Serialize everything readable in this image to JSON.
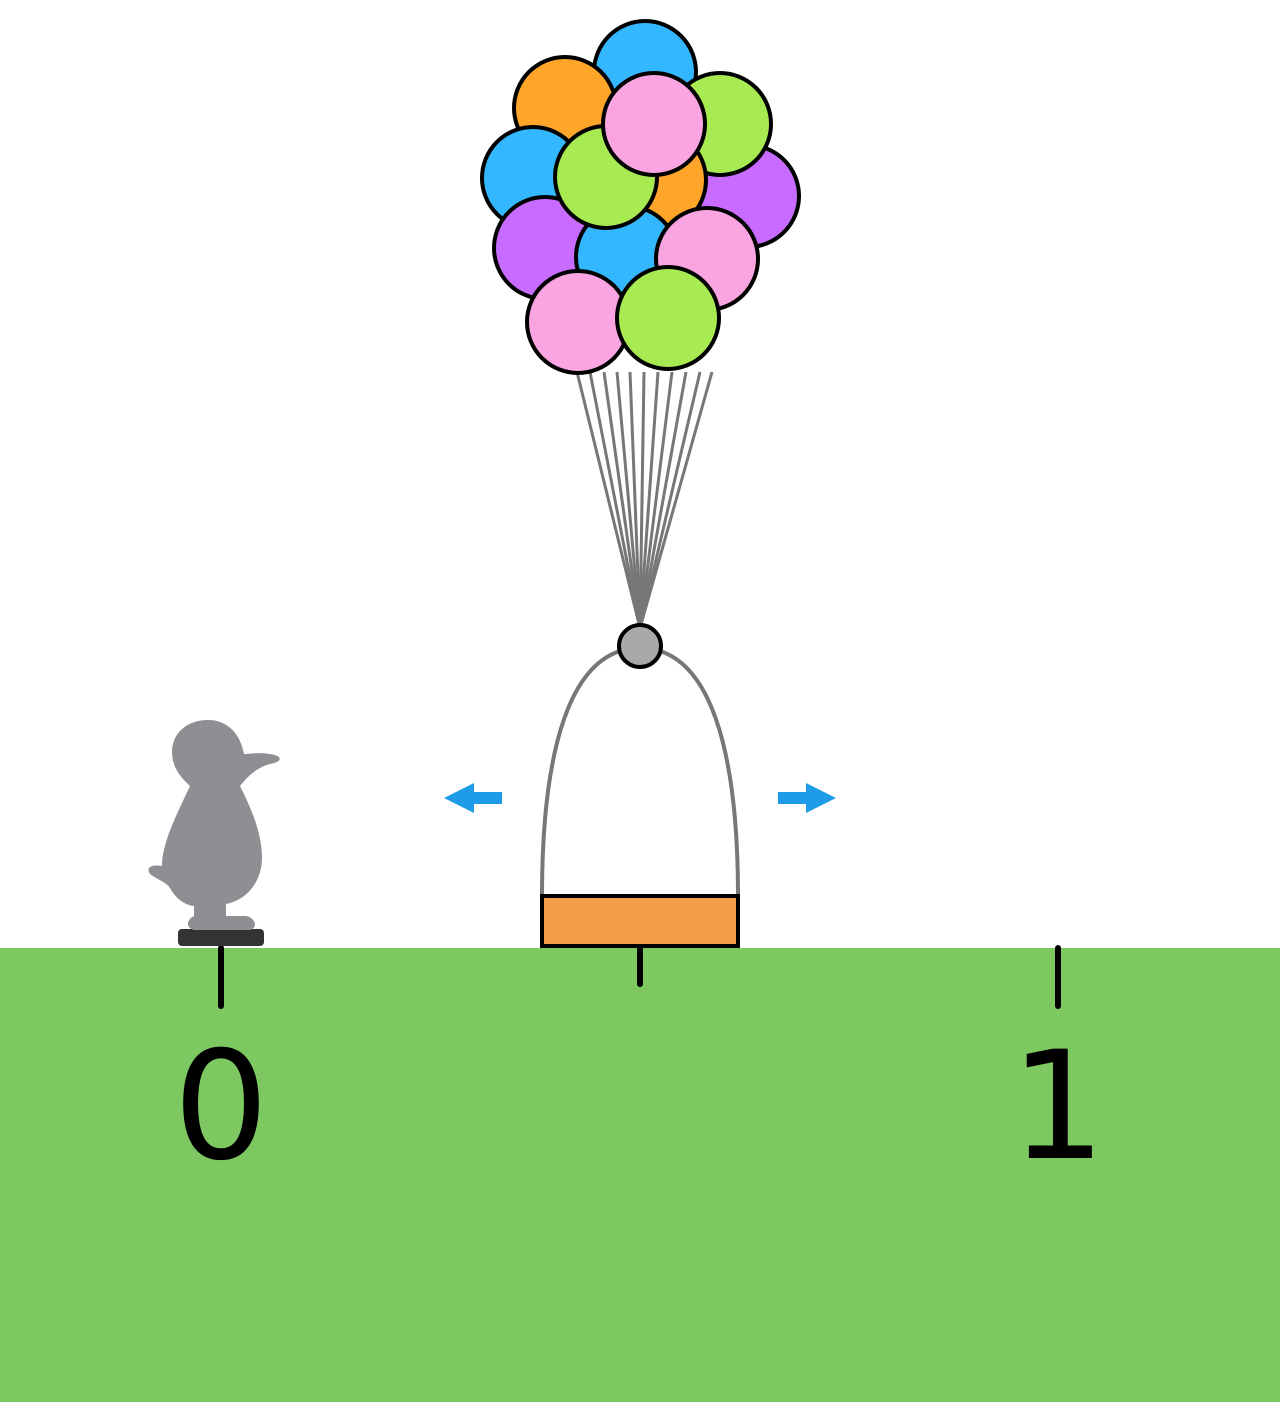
{
  "number_line": {
    "start_label": "0",
    "end_label": "1",
    "start_value": 0,
    "end_value": 1,
    "marker_value": 0.5
  },
  "balloon_basket": {
    "position_value": 0.5,
    "balloon_colors": [
      "#ffa52a",
      "#33b8ff",
      "#c86bff",
      "#faa5e1",
      "#a8ea52"
    ],
    "balloon_count": 13,
    "basket_color": "#f49c46"
  },
  "character": {
    "icon": "duck-silhouette-icon",
    "position_value": 0
  },
  "controls": {
    "left_arrow_icon": "arrow-left-icon",
    "right_arrow_icon": "arrow-right-icon",
    "arrow_color": "#1e9be6"
  },
  "colors": {
    "ground": "#7ec862",
    "sky": "#ffffff",
    "duck": "#8e8f93",
    "rope": "#777777"
  }
}
